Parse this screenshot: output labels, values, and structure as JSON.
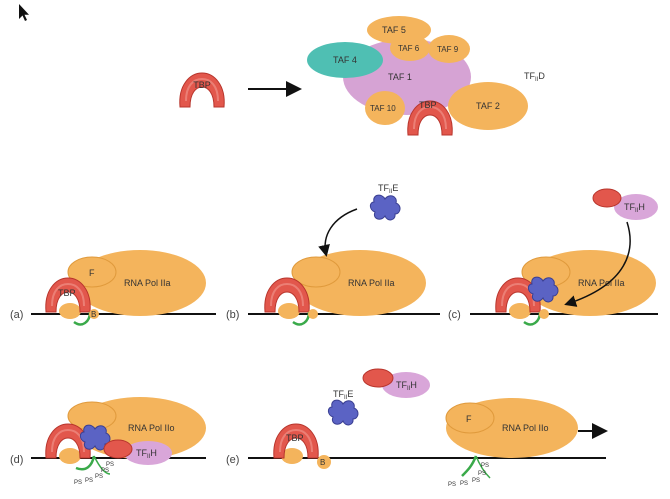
{
  "labels": {
    "taf5": "TAF 5",
    "taf4": "TAF 4",
    "taf6": "TAF 6",
    "taf9": "TAF 9",
    "taf1": "TAF 1",
    "taf10": "TAF 10",
    "taf2": "TAF 2",
    "tbp": "TBP",
    "tf_prefix": "TF",
    "tf_sub": "II",
    "tfiid_suffix": "D",
    "tfiie_suffix": "E",
    "tfiih_suffix": "H",
    "f": "F",
    "b": "B",
    "pol_iia": "RNA Pol IIa",
    "pol_iio": "RNA Pol IIo",
    "phospho": "P",
    "phospho_sub": "S"
  },
  "panels": {
    "a": "(a)",
    "b": "(b)",
    "c": "(c)",
    "d": "(d)",
    "e": "(e)"
  },
  "colors": {
    "tbp": "#e2574c",
    "taf_orange": "#f4b45c",
    "taf1_purple": "#d6a3d4",
    "taf4_teal": "#4fbfb3",
    "pol": "#f4b45c",
    "tfiie_blue": "#5b63c4",
    "tfiih_purple": "#d9a6d9",
    "rna_green": "#3aaa4a",
    "dna": "#111111"
  },
  "icons": {
    "cursor": "mouse-pointer-icon"
  }
}
